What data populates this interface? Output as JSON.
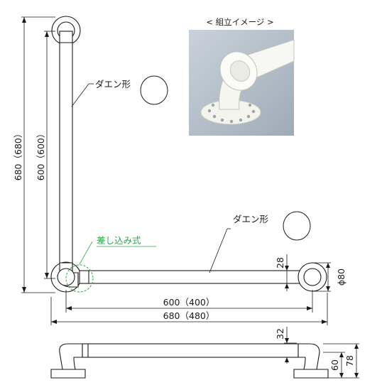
{
  "photo": {
    "title": "< 組立イメージ >"
  },
  "labels": {
    "daen_top": "ダエン形",
    "daen_right": "ダエン形",
    "sashikomi": "差し込み式"
  },
  "dims": {
    "v_outer": "680（680）",
    "v_inner": "600（600）",
    "h_inner": "600（400）",
    "h_outer": "680（480）",
    "d28": "28",
    "phi80": "ϕ80",
    "d32": "32",
    "d60": "60",
    "d78": "78"
  },
  "colors": {
    "line": "#1a1a1a",
    "accent_green": "#2aa84a",
    "photo_bg": "#b7c2cc"
  }
}
